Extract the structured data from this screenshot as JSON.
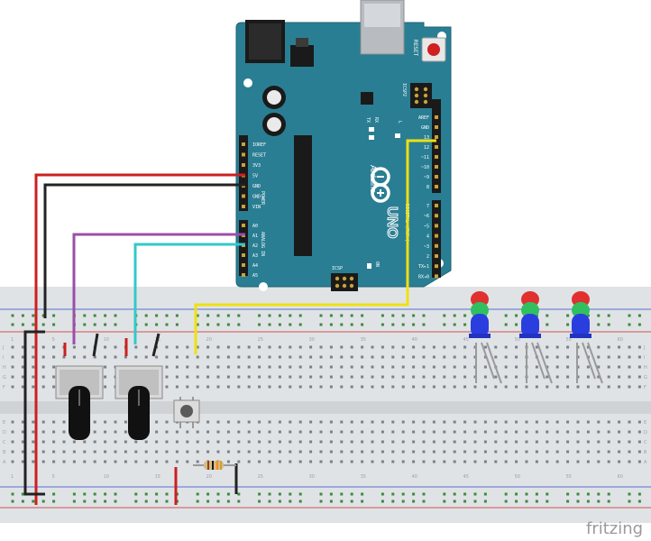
{
  "board": {
    "name": "Arduino",
    "model": "UNO",
    "reset_label": "RESET",
    "icsp2_label": "ICSP2",
    "icsp_label": "ICSP",
    "tx_label": "TX",
    "rx_label": "RX",
    "l_label": "L",
    "on_label": "ON",
    "power_header_label": "POWER",
    "analog_header_label": "ANALOG IN",
    "digital_header_label": "DIGITAL (PWM~)",
    "power_pins": [
      "IOREF",
      "RESET",
      "3V3",
      "5V",
      "GND",
      "GND",
      "VIN"
    ],
    "analog_pins": [
      "A0",
      "A1",
      "A2",
      "A3",
      "A4",
      "A5"
    ],
    "top_right_pins": [
      "AREF",
      "GND",
      "13",
      "12",
      "~11",
      "~10",
      "~9",
      "8"
    ],
    "digital_pins": [
      "7",
      "~6",
      "~5",
      "4",
      "~3",
      "2",
      "TX▸1",
      "RX◂0"
    ]
  },
  "breadboard": {
    "column_numbers": [
      "1",
      "5",
      "10",
      "15",
      "20",
      "25",
      "30",
      "35",
      "40",
      "45",
      "50",
      "55",
      "60"
    ],
    "row_letters_top": [
      "J",
      "I",
      "H",
      "G",
      "F"
    ],
    "row_letters_bottom": [
      "E",
      "D",
      "C",
      "B",
      "A"
    ]
  },
  "colors": {
    "board": "#2a7e93",
    "breadboard": "#dfe3e6",
    "wire_red": "#cc1f1f",
    "wire_black": "#222222",
    "wire_purple": "#9b4fa8",
    "wire_cyan": "#33c8cc",
    "wire_yellow": "#f0e010",
    "led_red": "#e03030",
    "led_green": "#30c060",
    "led_blue": "#2a3ee0"
  },
  "components": {
    "potentiometers": 2,
    "leds": [
      "RGB LED",
      "RGB LED",
      "RGB LED"
    ],
    "button": "pushbutton",
    "resistor": "resistor"
  },
  "watermark": "fritzing"
}
